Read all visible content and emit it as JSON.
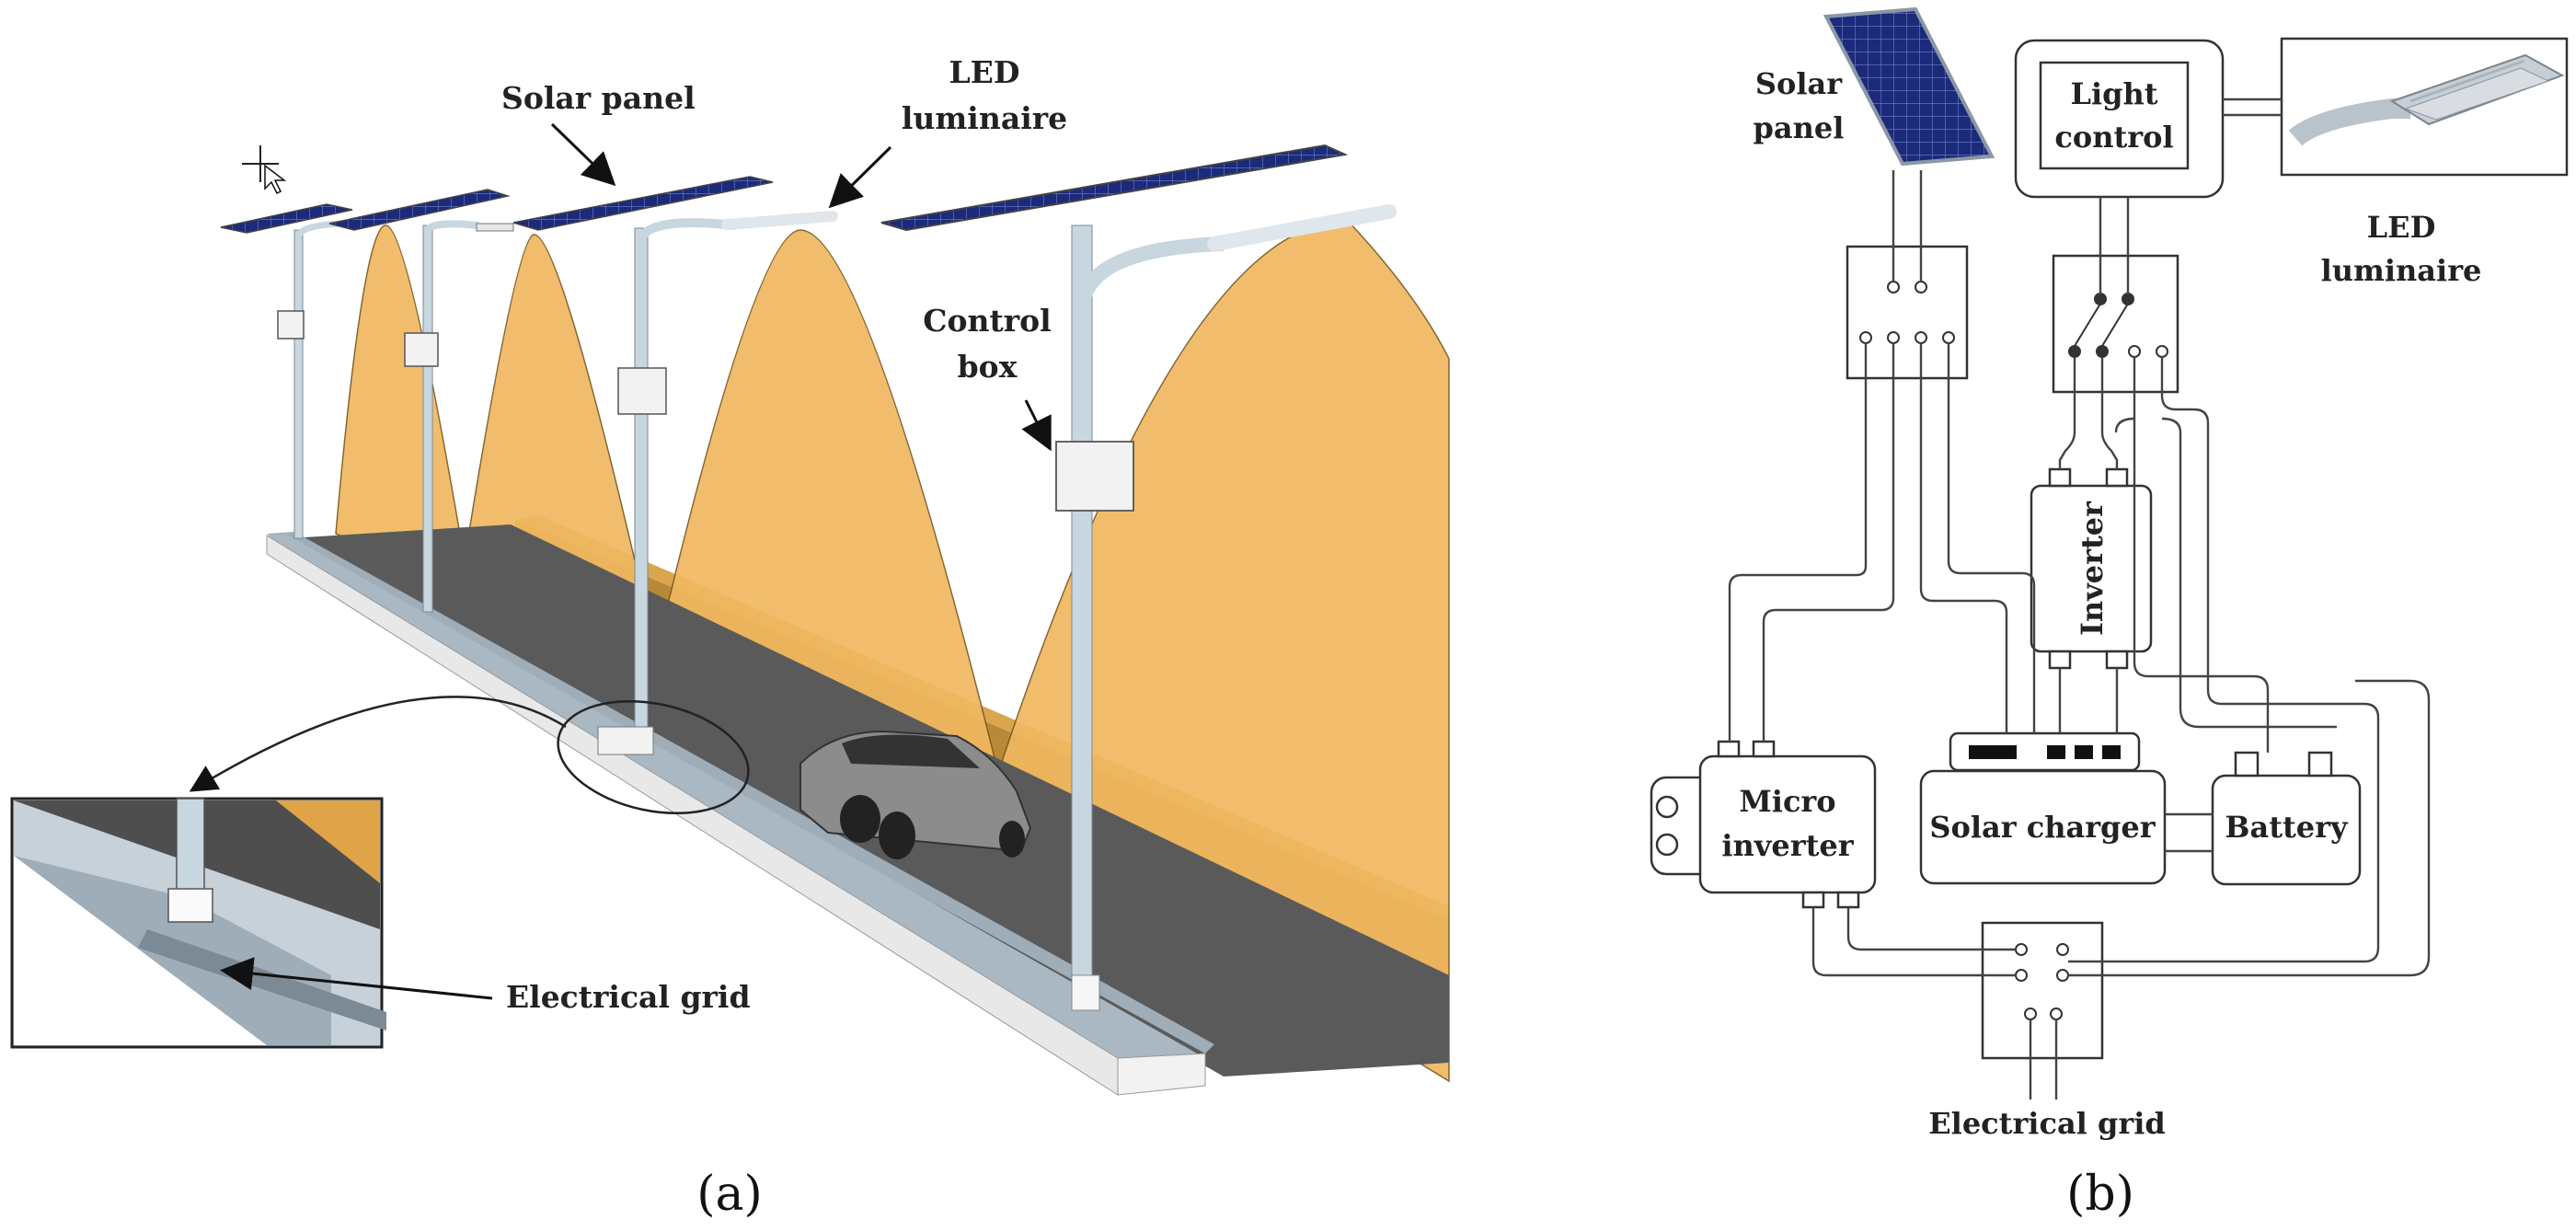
{
  "panel_a": {
    "caption": "(a)",
    "labels": {
      "solar_panel": "Solar panel",
      "led_luminaire_line1": "LED",
      "led_luminaire_line2": "luminaire",
      "control_box_line1": "Control",
      "control_box_line2": "box",
      "electrical_grid": "Electrical grid"
    }
  },
  "panel_b": {
    "caption": "(b)",
    "labels": {
      "solar_panel_line1": "Solar",
      "solar_panel_line2": "panel",
      "light_control_line1": "Light",
      "light_control_line2": "control",
      "led_luminaire_line1": "LED",
      "led_luminaire_line2": "luminaire",
      "inverter": "Inverter",
      "micro_inverter_line1": "Micro",
      "micro_inverter_line2": "inverter",
      "solar_charger": "Solar charger",
      "battery": "Battery",
      "electrical_grid": "Electrical grid"
    }
  },
  "colors": {
    "light_cone": "#F0B860",
    "road": "#555555",
    "curb": "#9EADB8",
    "pole": "#C8D6E0",
    "solar_cell": "#1C2A7A"
  }
}
